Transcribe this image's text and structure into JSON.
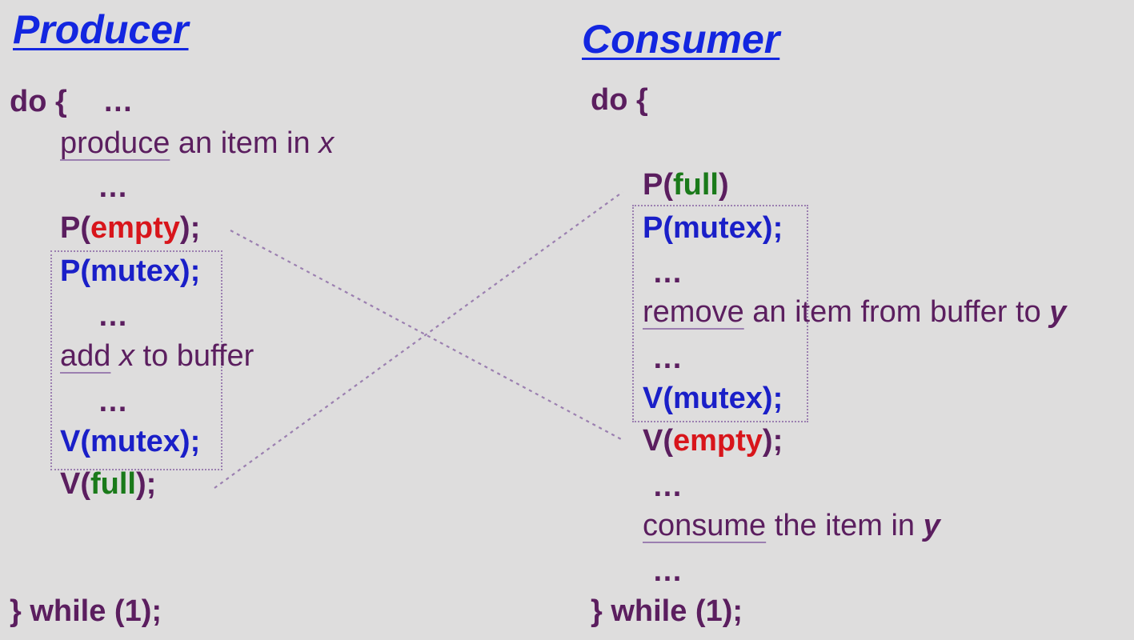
{
  "producer": {
    "title": "Producer",
    "do_open": "do {",
    "do_dots": "…",
    "produce_verb": "produce",
    "produce_rest": " an item in ",
    "produce_var": "x",
    "dots": "…",
    "p_prefix": "P(",
    "p_arg": "empty",
    "p_suffix": ");",
    "p_mutex": "P(mutex);",
    "add_verb": "add",
    "add_space": " ",
    "add_var": "x",
    "add_rest": " to buffer",
    "v_mutex": "V(mutex);",
    "v_prefix": "V(",
    "v_arg": "full",
    "v_suffix": ");",
    "close": "} while (1);"
  },
  "consumer": {
    "title": "Consumer",
    "do_open": "do {",
    "p_prefix": "P(",
    "p_arg": "full",
    "p_suffix": ")",
    "p_mutex": "P(mutex);",
    "dots": "…",
    "remove_verb": "remove",
    "remove_rest": " an item from buffer to ",
    "remove_var": "y",
    "v_mutex": "V(mutex);",
    "v_prefix": "V(",
    "v_arg": "empty",
    "v_suffix": ");",
    "consume_verb": "consume",
    "consume_rest": " the item in ",
    "consume_var": "y",
    "close": "} while (1);"
  },
  "colors": {
    "background": "#dedddd",
    "title": "#1326e0",
    "keyword": "#5b1e5f",
    "mutex": "#1a1fc8",
    "empty": "#d8151b",
    "full": "#1a7a1a",
    "dotted_line": "#9b7fb0"
  }
}
